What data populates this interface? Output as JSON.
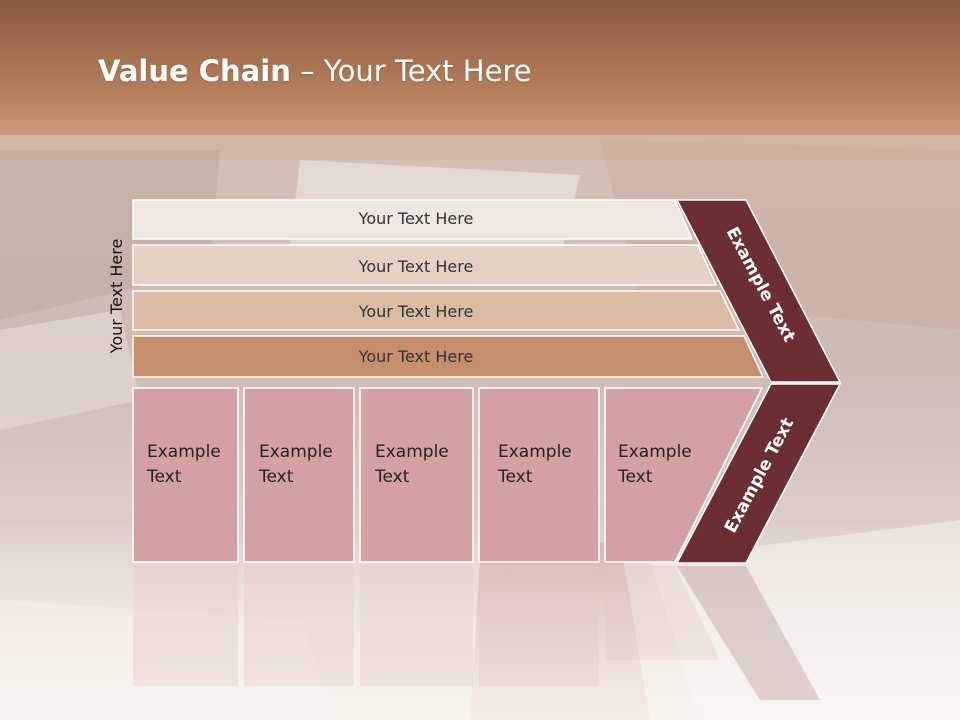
{
  "colors": {
    "header": "#b07a57",
    "bar1": "#efe8e2",
    "bar2": "#e6d2c4",
    "bar3": "#dbbba4",
    "bar4": "#c58e6d",
    "cells": "#d4a1a3",
    "chevron": "#6b2e31"
  },
  "slide": {
    "title_bold": "Value Chain",
    "title_rest": " – Your Text Here",
    "side_label": "Your Text Here"
  },
  "bars": [
    {
      "label": "Your Text Here"
    },
    {
      "label": "Your Text Here"
    },
    {
      "label": "Your Text Here"
    },
    {
      "label": "Your Text Here"
    }
  ],
  "cells": [
    {
      "line1": "Example",
      "line2": "Text"
    },
    {
      "line1": "Example",
      "line2": "Text"
    },
    {
      "line1": "Example",
      "line2": "Text"
    },
    {
      "line1": "Example",
      "line2": "Text"
    },
    {
      "line1": "Example",
      "line2": "Text"
    }
  ],
  "chevron": {
    "upper_text": "Example Text",
    "lower_text": "Example Text"
  }
}
